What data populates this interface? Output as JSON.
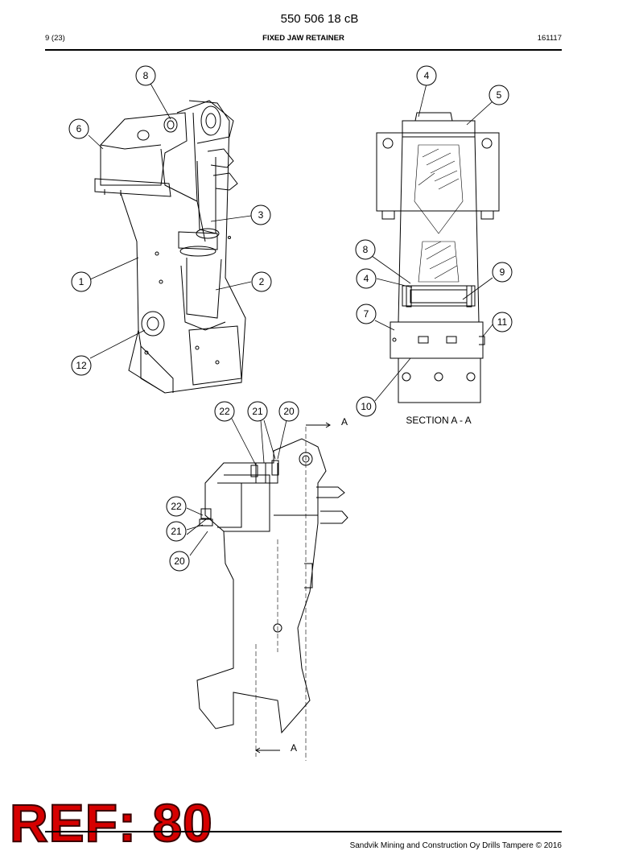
{
  "header": {
    "doc_number": "550 506 18 cB",
    "page": "9 (23)",
    "title": "FIXED JAW RETAINER",
    "date": "161117"
  },
  "callouts": {
    "iso": [
      "8",
      "6",
      "3",
      "1",
      "2",
      "12"
    ],
    "section": [
      "4",
      "5",
      "8",
      "9",
      "4",
      "7",
      "11",
      "10"
    ],
    "side": [
      "22",
      "21",
      "20",
      "22",
      "21",
      "20"
    ]
  },
  "labels": {
    "section_title": "SECTION  A - A",
    "cut_top": "A",
    "cut_bottom": "A"
  },
  "stamp": {
    "text": "REF: 80"
  },
  "footer": {
    "copyright": "Sandvik Mining and Construction Oy Drills Tampere © 2016"
  }
}
